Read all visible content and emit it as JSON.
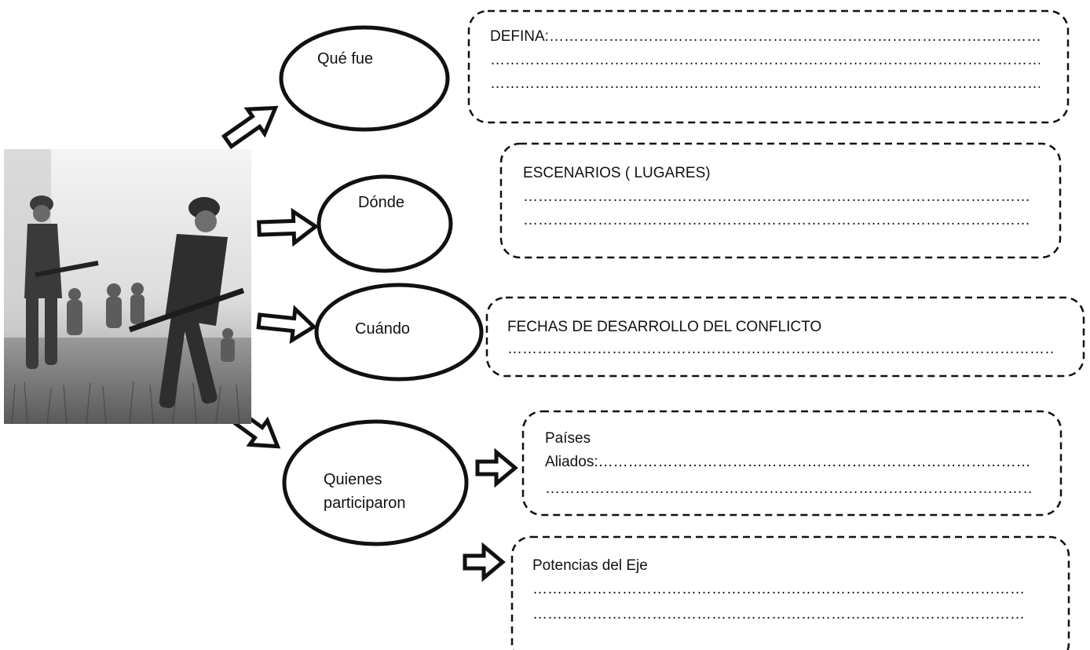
{
  "photo": {
    "subject": "soldiers-advancing-through-field"
  },
  "ovals": [
    {
      "label": "Qué fue"
    },
    {
      "label": "Dónde"
    },
    {
      "label": "Cuándo"
    },
    {
      "label_line1": "Quienes",
      "label_line2": "participaron"
    }
  ],
  "boxes": {
    "que_fue": {
      "line1": "DEFINA:…………………………………………………………………………………………",
      "line2": "…………………………………………………………………………………………………",
      "line3": "…………………………………………………………………………………………………"
    },
    "donde": {
      "line1": "ESCENARIOS ( LUGARES)",
      "line2": "………………………………………………………………………………………………",
      "line3": "………………………………………………………………………………………………"
    },
    "cuando": {
      "line1": "FECHAS DE DESARROLLO DEL CONFLICTO",
      "line2": "…………………………………………………………………………………………………"
    },
    "aliados": {
      "line1": "Países",
      "line2": "Aliados:………………………………………………………………………………",
      "line3": "………………………………………………………………………………………"
    },
    "eje": {
      "line1": "Potencias del Eje",
      "line2": "………………………………………………………………………………………",
      "line3": "………………………………………………………………………………………"
    }
  }
}
